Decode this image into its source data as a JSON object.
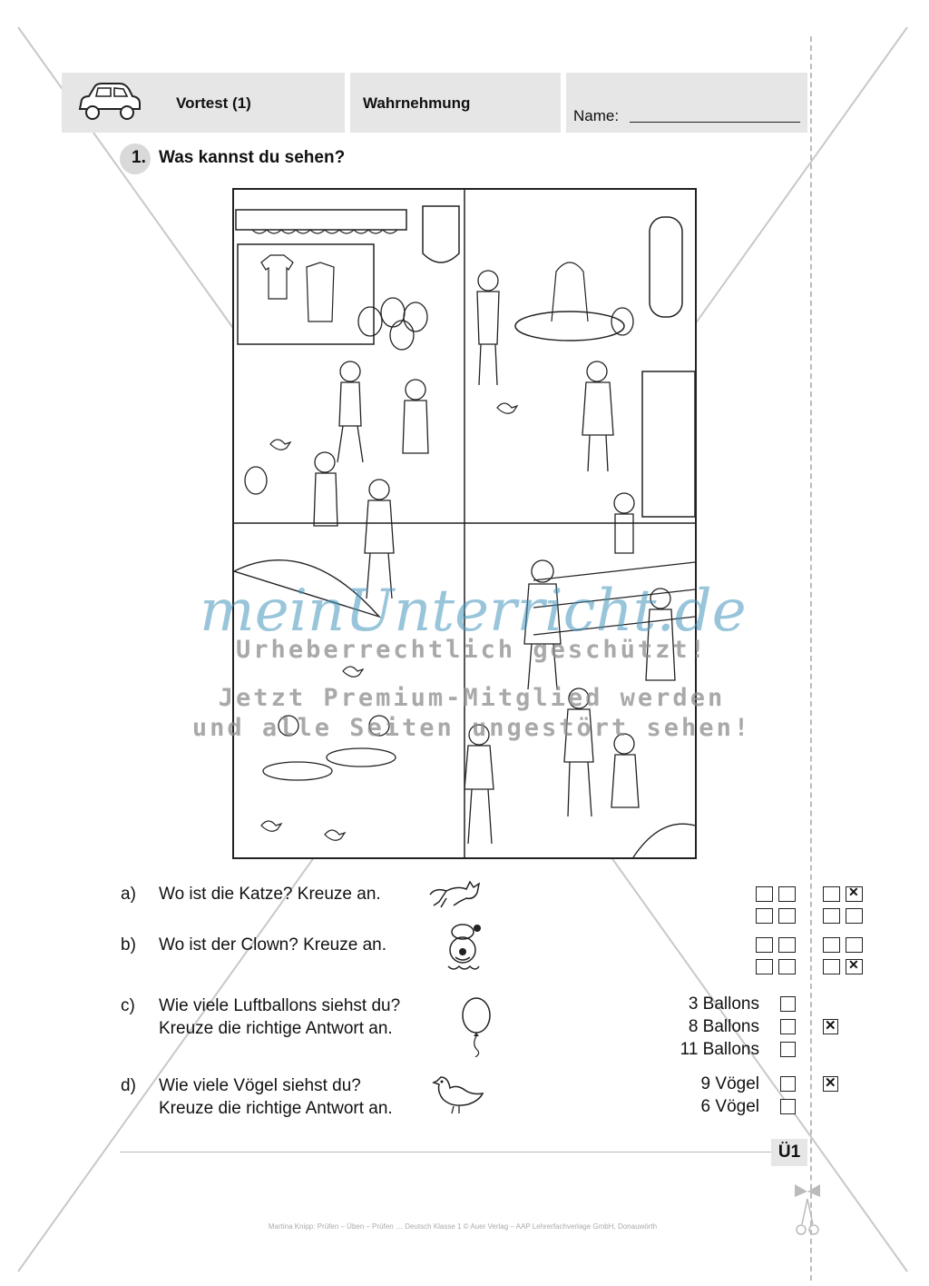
{
  "header": {
    "test_label": "Vortest (1)",
    "subject": "Wahrnehmung",
    "name_label": "Name:"
  },
  "task": {
    "number": "1.",
    "title": "Was kannst du sehen?"
  },
  "watermark": {
    "brand": "meinUnterricht.de",
    "line1": "Urheberrechtlich geschützt!",
    "line2": "Jetzt Premium-Mitglied werden",
    "line3": "und alle Seiten ungestört sehen!"
  },
  "questions": {
    "a": {
      "label": "a)",
      "text": "Wo ist die Katze? Kreuze an.",
      "answer_grid": [
        "off",
        "off",
        "off",
        "off"
      ],
      "solution_grid": [
        "off",
        "on",
        "off",
        "off"
      ]
    },
    "b": {
      "label": "b)",
      "text": "Wo ist der Clown? Kreuze an.",
      "answer_grid": [
        "off",
        "off",
        "off",
        "off"
      ],
      "solution_grid": [
        "off",
        "off",
        "off",
        "on"
      ]
    },
    "c": {
      "label": "c)",
      "line1": "Wie viele Luftballons siehst du?",
      "line2": "Kreuze die richtige Antwort an.",
      "options": [
        "3 Ballons",
        "8 Ballons",
        "11 Ballons"
      ],
      "solution": "8 Ballons"
    },
    "d": {
      "label": "d)",
      "line1": "Wie viele Vögel siehst du?",
      "line2": "Kreuze die richtige Antwort an.",
      "options": [
        "9 Vögel",
        "6 Vögel"
      ],
      "solution": "9 Vögel"
    }
  },
  "page_badge": "Ü1",
  "footer": "Martina Knipp: Prüfen – Üben – Prüfen … Deutsch Klasse 1 © Auer Verlag – AAP Lehrerfachverlage GmbH, Donauwörth",
  "icons": [
    "car-icon",
    "cat-icon",
    "clown-icon",
    "balloon-icon",
    "bird-icon",
    "scissors-icon"
  ]
}
